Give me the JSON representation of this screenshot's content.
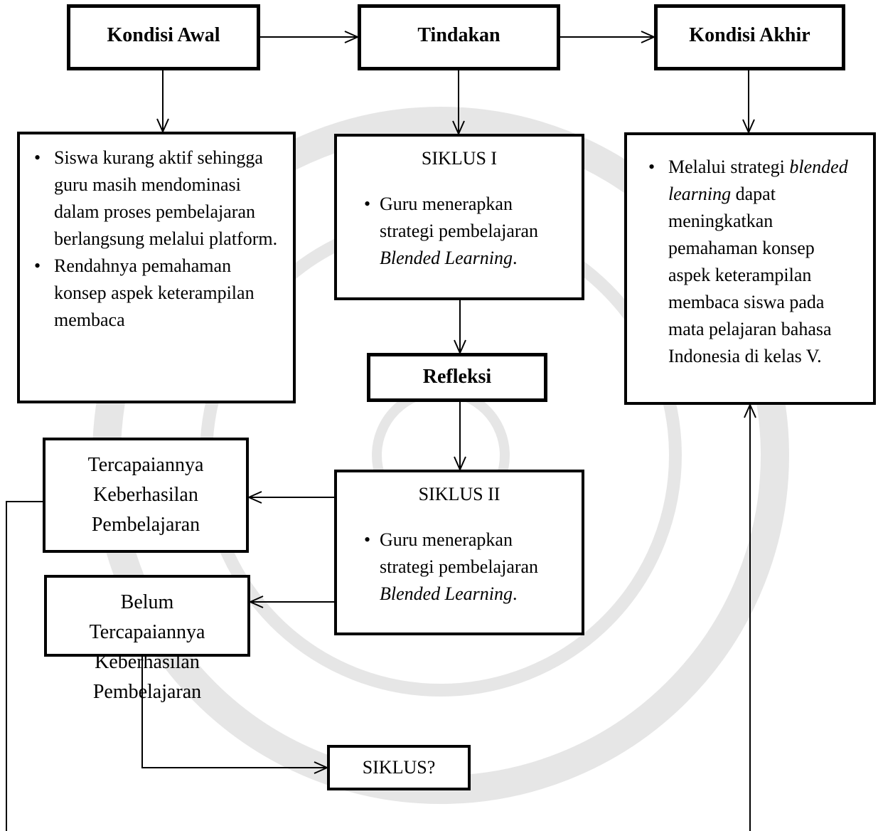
{
  "kondisi_awal": {
    "title": "Kondisi Awal",
    "points": [
      "Siswa kurang aktif sehingga guru masih mendominasi dalam proses pembelajaran berlangsung melalui platform.",
      "Rendahnya pemahaman konsep aspek keterampilan membaca"
    ]
  },
  "tindakan": {
    "title": "Tindakan",
    "siklus1": {
      "title": "SIKLUS I",
      "point_prefix": "Guru menerapkan strategi pembelajaran ",
      "point_italic": "Blended Learning",
      "point_suffix": "."
    },
    "refleksi": "Refleksi",
    "siklus2": {
      "title": "SIKLUS II",
      "point_prefix": "Guru menerapkan strategi pembelajaran ",
      "point_italic": "Blended Learning",
      "point_suffix": "."
    },
    "siklus_q": "SIKLUS?"
  },
  "kondisi_akhir": {
    "title": "Kondisi Akhir",
    "point_prefix": "Melalui strategi ",
    "point_italic": "blended learning",
    "point_suffix": " dapat meningkatkan pemahaman konsep aspek keterampilan membaca siswa pada mata pelajaran bahasa Indonesia di kelas V."
  },
  "outcomes": {
    "tercapai": "Tercapaiannya Keberhasilan Pembelajaran",
    "belum": "Belum Tercapaiannya Keberhasilan Pembelajaran"
  }
}
